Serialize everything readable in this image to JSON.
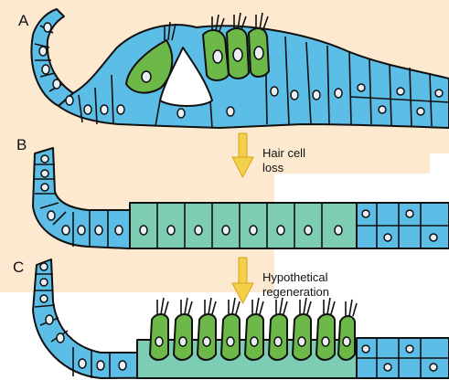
{
  "panels": [
    {
      "letter": "A"
    },
    {
      "letter": "B",
      "caption_line1": "Hair cell",
      "caption_line2": "loss"
    },
    {
      "letter": "C",
      "caption_line1": "Hypothetical",
      "caption_line2": "regeneration"
    }
  ],
  "colors": {
    "background_peach": "#fde8d0",
    "support_cell_blue": "#5cbde6",
    "hair_cell_green": "#6cb94a",
    "lost_cell_teal": "#7dccb4",
    "nucleus_fill": "#e9eef2",
    "outline": "#111111",
    "arrow_yellow": "#f2d049"
  }
}
